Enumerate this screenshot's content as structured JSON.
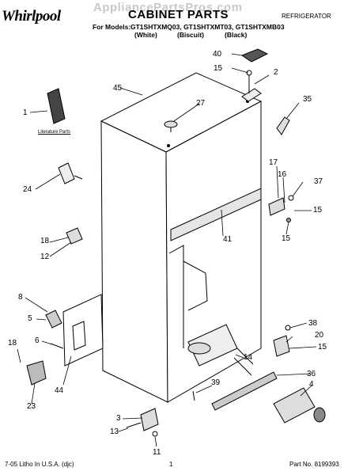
{
  "header": {
    "watermark": "AppliancePartsPros.com",
    "brand": "Whirlpool",
    "title": "CABINET PARTS",
    "department": "REFRIGERATOR",
    "models_label": "For Models:",
    "models": "GT1SHTXMQ03, GT1SHTXMT03, GT1SHTXMB03",
    "colors": [
      "(White)",
      "(Biscuit)",
      "(Black)"
    ]
  },
  "callouts": {
    "c40": "40",
    "c15a": "15",
    "c2": "2",
    "c45": "45",
    "c27": "27",
    "c35": "35",
    "c1": "1",
    "lit": "Literature Parts",
    "c17": "17",
    "c16": "16",
    "c37": "37",
    "c24": "24",
    "c15b": "15",
    "c15c": "15",
    "c41": "41",
    "c18a": "18",
    "c12": "12",
    "c8": "8",
    "c5": "5",
    "c6": "6",
    "c18b": "18",
    "c38": "38",
    "c20": "20",
    "c15d": "15",
    "c14": "14",
    "c36": "36",
    "c44": "44",
    "c23": "23",
    "c39": "39",
    "c4": "4",
    "c3": "3",
    "c13": "13",
    "c11": "11"
  },
  "footer": {
    "litho": "7-05 Litho In U.S.A. (djc)",
    "page": "1",
    "part_no": "Part No. 8199393"
  }
}
